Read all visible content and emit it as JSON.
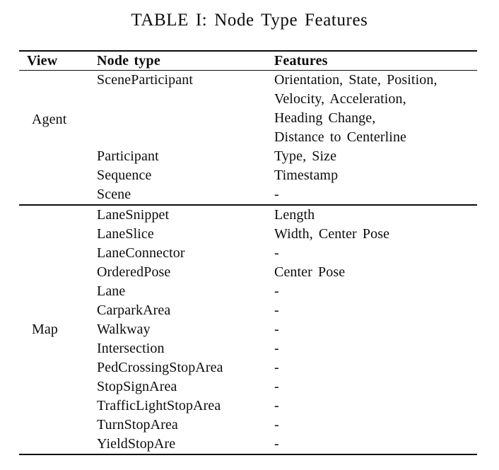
{
  "title": "TABLE I: Node Type Features",
  "table": {
    "headers": [
      "View",
      "Node type",
      "Features"
    ],
    "groups": [
      {
        "view": "Agent",
        "rows": [
          {
            "node_type": "SceneParticipant",
            "features": "Orientation, State, Position,\nVelocity, Acceleration,\nHeading Change,\nDistance to Centerline"
          },
          {
            "node_type": "Participant",
            "features": "Type, Size"
          },
          {
            "node_type": "Sequence",
            "features": "Timestamp"
          },
          {
            "node_type": "Scene",
            "features": "-"
          }
        ]
      },
      {
        "view": "Map",
        "rows": [
          {
            "node_type": "LaneSnippet",
            "features": "Length"
          },
          {
            "node_type": "LaneSlice",
            "features": "Width, Center Pose"
          },
          {
            "node_type": "LaneConnector",
            "features": "-"
          },
          {
            "node_type": "OrderedPose",
            "features": "Center Pose"
          },
          {
            "node_type": "Lane",
            "features": "-"
          },
          {
            "node_type": "CarparkArea",
            "features": "-"
          },
          {
            "node_type": "Walkway",
            "features": "-"
          },
          {
            "node_type": "Intersection",
            "features": "-"
          },
          {
            "node_type": "PedCrossingStopArea",
            "features": "-"
          },
          {
            "node_type": "StopSignArea",
            "features": "-"
          },
          {
            "node_type": "TrafficLightStopArea",
            "features": "-"
          },
          {
            "node_type": "TurnStopArea",
            "features": "-"
          },
          {
            "node_type": "YieldStopAre",
            "features": "-"
          }
        ]
      }
    ]
  }
}
